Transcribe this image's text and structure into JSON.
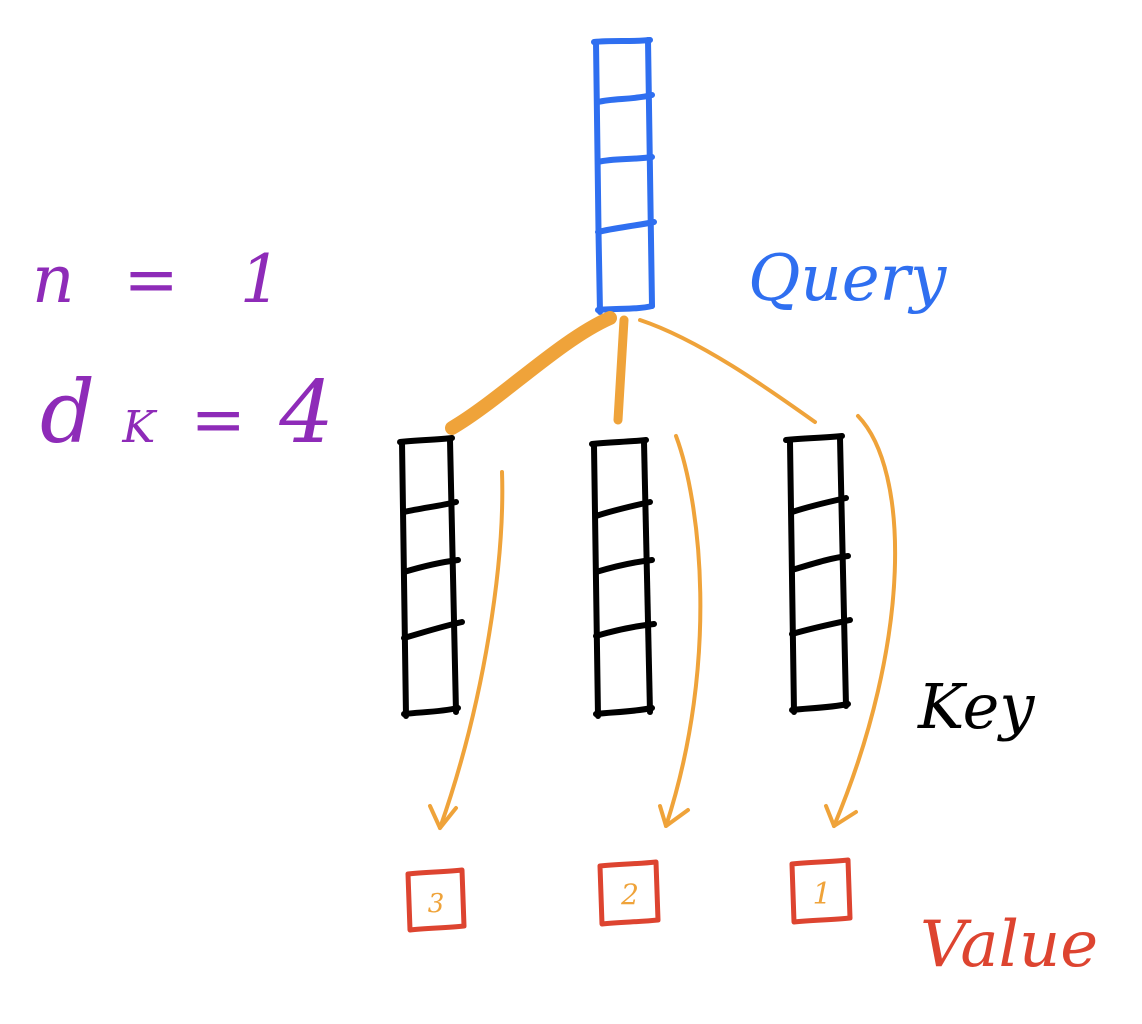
{
  "labels": {
    "query": "Query",
    "key": "Key",
    "value": "Value"
  },
  "params": {
    "n_label": "n",
    "n_value": "1",
    "dk_label": "d",
    "dk_subscript": "K",
    "dk_value": "4",
    "equals": "="
  },
  "structure": {
    "query_cells": 4,
    "key_vectors": 3,
    "key_cells": 4
  },
  "values": [
    {
      "label": "3"
    },
    {
      "label": "2"
    },
    {
      "label": "1"
    }
  ],
  "attention_weights": [
    "strong",
    "medium",
    "weak"
  ],
  "colors": {
    "query": "#2f6ff0",
    "key": "#000000",
    "value_box": "#dd4430",
    "value_number": "#efa33a",
    "attention": "#efa33a",
    "params": "#8e2bb8"
  }
}
